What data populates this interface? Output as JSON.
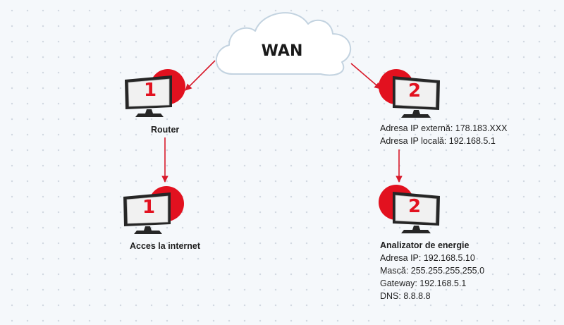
{
  "wan": {
    "label": "WAN"
  },
  "devices": [
    {
      "number": "1",
      "name": "Router"
    },
    {
      "number": "1",
      "name": "Acces la internet"
    },
    {
      "number": "2",
      "details": [
        "Adresa IP externă: 178.183.XXX",
        "Adresa IP locală: 192.168.5.1"
      ]
    },
    {
      "number": "2",
      "name": "Analizator de energie",
      "details": [
        "Adresa IP: 192.168.5.10",
        "Mască: 255.255.255.255.0",
        "Gateway: 192.168.5.1",
        "DNS: 8.8.8.8"
      ]
    }
  ],
  "colors": {
    "accent": "#e2111f",
    "arrow": "#d8192a",
    "cloud_stroke": "#c3d3e0",
    "monitor_dark": "#262626"
  }
}
